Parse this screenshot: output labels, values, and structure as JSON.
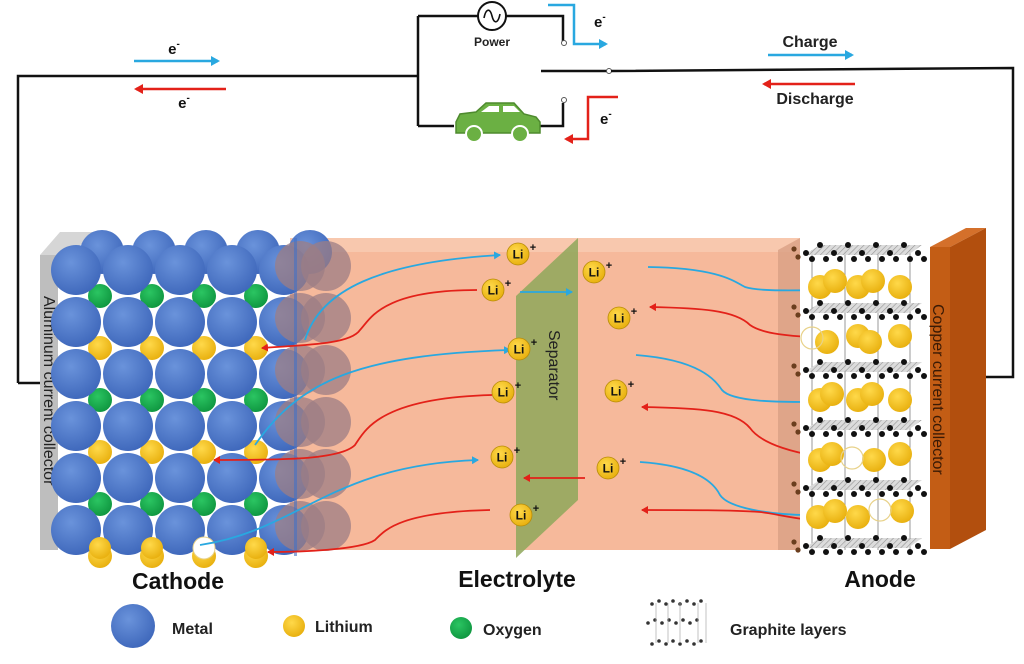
{
  "circuit": {
    "power_label": "Power",
    "electron_label": "e",
    "electron_charge": "-",
    "charge_label": "Charge",
    "discharge_label": "Discharge"
  },
  "cell": {
    "cathode_label": "Cathode",
    "electrolyte_label": "Electrolyte",
    "anode_label": "Anode",
    "separator_label": "Separator",
    "aluminum_collector_label": "Aluminum current collector",
    "copper_collector_label": "Copper current collector",
    "ion_symbol": "Li",
    "ion_charge": "+"
  },
  "legend": {
    "items": [
      {
        "key": "metal",
        "label": "Metal",
        "color": "#4472C4"
      },
      {
        "key": "lithium",
        "label": "Lithium",
        "color": "#F5C11B"
      },
      {
        "key": "oxygen",
        "label": "Oxygen",
        "color": "#12A84A"
      },
      {
        "key": "graphite",
        "label": "Graphite layers",
        "color": "#222222"
      }
    ]
  },
  "colors": {
    "charge_arrow": "#29A8E0",
    "discharge_arrow": "#E32119",
    "electrolyte": "#F6B99B",
    "separator": "#8EA75A",
    "aluminum": "#BDBDBD",
    "copper": "#B8530F",
    "car": "#6BB043",
    "wire": "#111111"
  }
}
